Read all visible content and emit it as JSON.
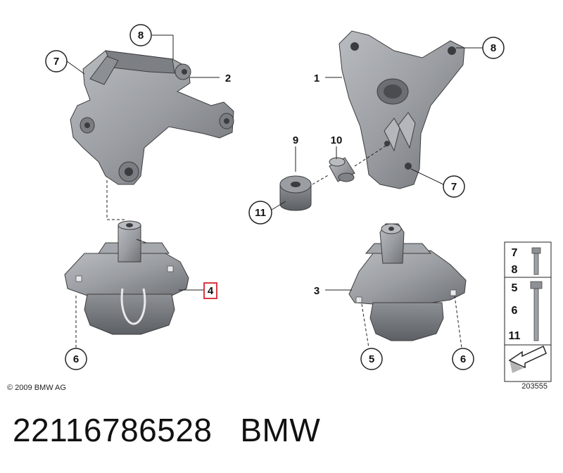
{
  "callouts": {
    "bracket_left": {
      "n8": "8",
      "n7": "7",
      "n2": "2"
    },
    "bracket_right": {
      "n1": "1",
      "n8": "8",
      "n7": "7"
    },
    "sleeve": {
      "n9": "9",
      "n10": "10",
      "n11": "11"
    },
    "mount_left": {
      "n4": "4",
      "n6": "6"
    },
    "mount_right": {
      "n3": "3",
      "n5": "5",
      "n6": "6"
    }
  },
  "legend": {
    "group1": [
      "7",
      "8"
    ],
    "group2": [
      "5",
      "6",
      "11"
    ]
  },
  "copyright": "© 2009 BMW AG",
  "diagram_id": "203555",
  "part_number_line": "22116786528   BMW",
  "colors": {
    "part_fill": "#9b9ea3",
    "part_dark": "#6e7176",
    "highlight_box": "#d9232d"
  }
}
